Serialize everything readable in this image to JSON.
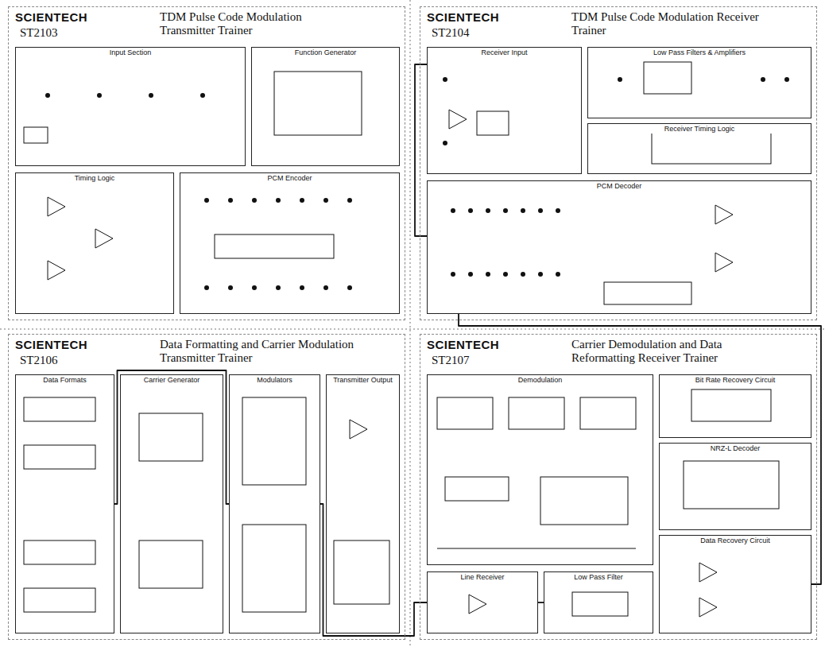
{
  "diagram": {
    "nodes": [
      {
        "text": [
          "SCIENTECH",
          "ST2103",
          "TDM Pulse Code Modulation Transmitter Trainer"
        ]
      },
      {
        "text": [
          "Input Section"
        ],
        "in": 0
      },
      {
        "text": [
          "Function Generator"
        ],
        "in": 0
      },
      {
        "text": [
          "Timing Logic"
        ],
        "in": 0
      },
      {
        "text": [
          "PCM Encoder"
        ],
        "in": 0
      },
      {
        "text": [
          "SCIENTECH",
          "ST2104",
          "TDM Pulse Code Modulation Receiver Trainer"
        ]
      },
      {
        "text": [
          "Receiver Input"
        ],
        "in": 5
      },
      {
        "text": [
          "Low Pass Filters & Amplifiers"
        ],
        "in": 5
      },
      {
        "text": [
          "Receiver Timing Logic"
        ],
        "in": 5
      },
      {
        "text": [
          "PCM Decoder"
        ],
        "in": 5
      },
      {
        "text": [
          "SCIENTECH",
          "ST2106",
          "Data Formatting and Carrier Modulation Transmitter Trainer"
        ]
      },
      {
        "text": [
          "Data Formats"
        ],
        "in": 10
      },
      {
        "text": [
          "Carrier Generator"
        ],
        "in": 10
      },
      {
        "text": [
          "Modulators"
        ],
        "in": 10
      },
      {
        "text": [
          "Transmitter Output"
        ],
        "in": 10
      },
      {
        "text": [
          "SCIENTECH",
          "ST2107",
          "Carrier Demodulation and Data Reformatting Receiver Trainer"
        ]
      },
      {
        "text": [
          "Demodulation"
        ],
        "in": 15
      },
      {
        "text": [
          "Bit Rate Recovery Circuit"
        ],
        "in": 15
      },
      {
        "text": [
          "NRZ-L Decoder"
        ],
        "in": 15
      },
      {
        "text": [
          "Data Recovery Circuit"
        ],
        "in": 15
      },
      {
        "text": [
          "Line Receiver"
        ],
        "in": 15
      },
      {
        "text": [
          "Low Pass Filter"
        ],
        "in": 15
      }
    ],
    "edges": [
      {
        "from": 6,
        "to": 9,
        "arrow": "none"
      },
      {
        "from": 9,
        "to": 19,
        "arrow": "none"
      },
      {
        "from": 11,
        "to": 13,
        "arrow": "none"
      },
      {
        "from": 13,
        "to": 20,
        "arrow": "none"
      },
      {
        "from": 20,
        "to": 21,
        "arrow": "none"
      }
    ]
  }
}
